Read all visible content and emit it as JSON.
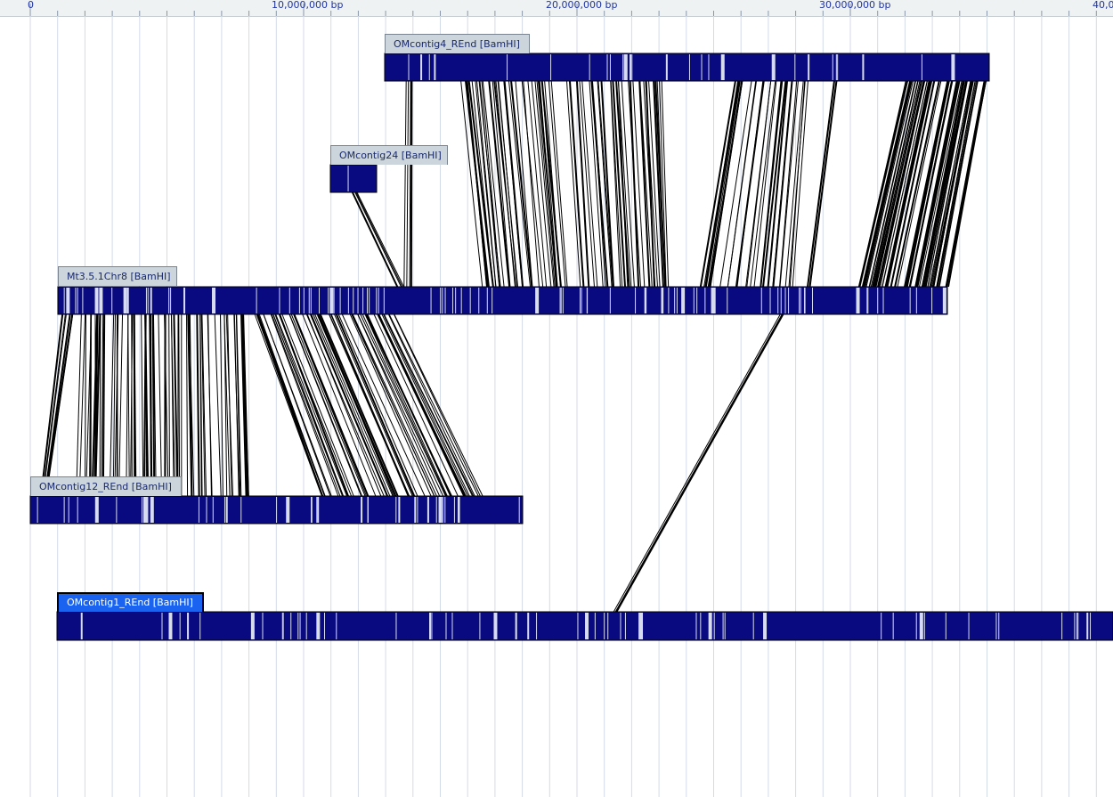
{
  "ruler": {
    "ticks": [
      "0",
      "10,000,000 bp",
      "20,000,000 bp",
      "30,000,000 bp",
      "40,0"
    ]
  },
  "maps": [
    {
      "id": "omcontig4",
      "label": "OMcontig4_REnd [BamHI]",
      "selected": false
    },
    {
      "id": "omcontig24",
      "label": "OMcontig24 [BamHI]",
      "selected": false
    },
    {
      "id": "mt35chr8",
      "label": "Mt3.5.1Chr8 [BamHI]",
      "selected": false
    },
    {
      "id": "omcontig12",
      "label": "OMcontig12_REnd [BamHI]",
      "selected": false
    },
    {
      "id": "omcontig1",
      "label": "OMcontig1_REnd [BamHI]",
      "selected": true
    }
  ],
  "colors": {
    "map_fill": "#0a0a80",
    "map_cut": "#d7dcef",
    "alignment_line": "#000000",
    "grid_line": "#d3dae8",
    "label_bg": "#ccd5dc",
    "label_selected_bg": "#1a63f0",
    "tick_text": "#1f34a6"
  }
}
